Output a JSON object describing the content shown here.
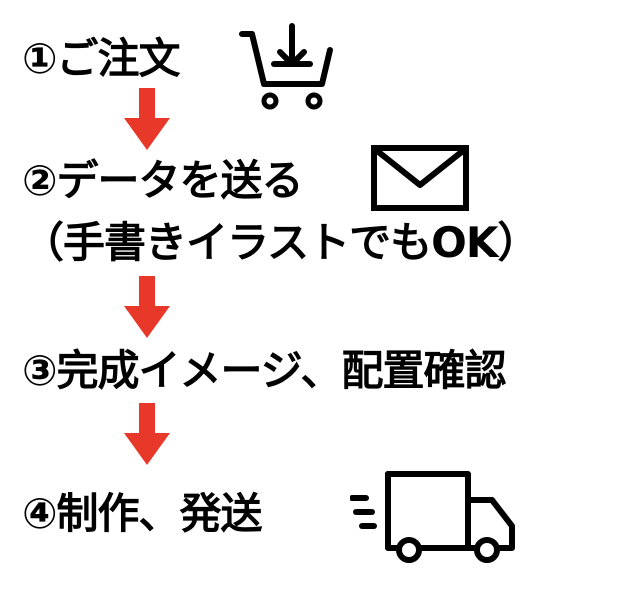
{
  "steps": [
    {
      "label": "①ご注文",
      "icon": "shopping-cart-download-icon"
    },
    {
      "label": "②データを送る",
      "note": "（手書きイラストでもOK）",
      "icon": "envelope-icon"
    },
    {
      "label": "③完成イメージ、配置確認"
    },
    {
      "label": "④制作、発送",
      "icon": "delivery-truck-icon"
    }
  ],
  "colors": {
    "arrow": "#e8382a",
    "text": "#000000",
    "background": "#ffffff"
  }
}
